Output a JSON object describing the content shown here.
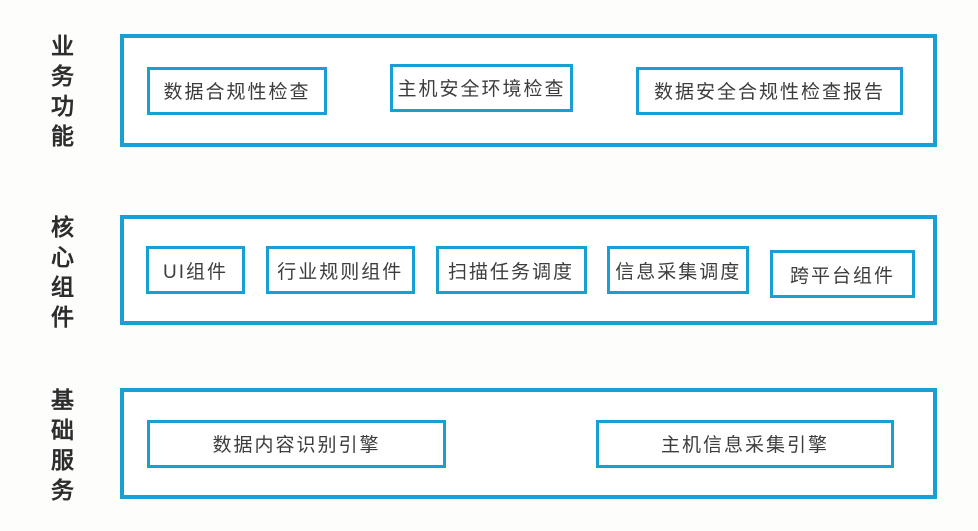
{
  "colors": {
    "accent": "#189fd4",
    "box_text": "#3d3d3d",
    "label_text": "#2d2d2d",
    "background": "#fdfdfc"
  },
  "rows": [
    {
      "label": "业务功能",
      "boxes": [
        "数据合规性检查",
        "主机安全环境检查",
        "数据安全合规性检查报告"
      ]
    },
    {
      "label": "核心组件",
      "boxes": [
        "UI组件",
        "行业规则组件",
        "扫描任务调度",
        "信息采集调度",
        "跨平台组件"
      ]
    },
    {
      "label": "基础服务",
      "boxes": [
        "数据内容识别引擎",
        "主机信息采集引擎"
      ]
    }
  ]
}
